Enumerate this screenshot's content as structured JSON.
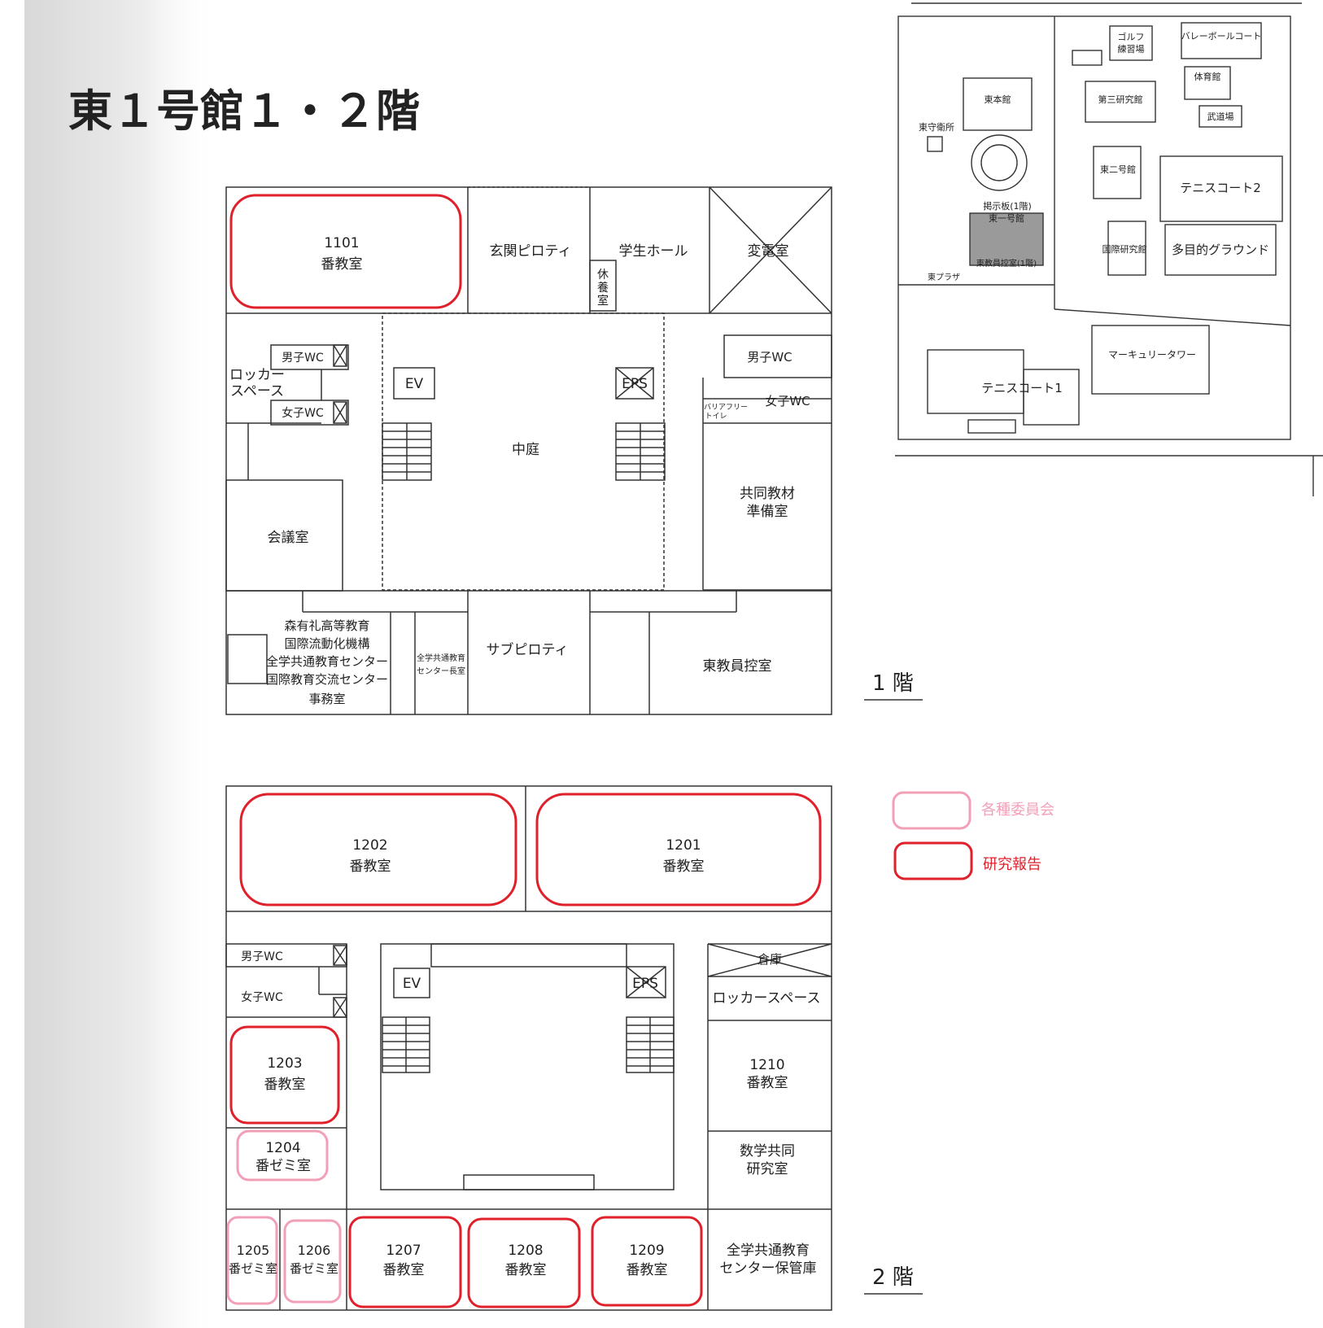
{
  "title": "東１号館１・２階",
  "floor1": {
    "label": "1 階",
    "rooms": {
      "r1101_num": "1101",
      "r1101_name": "番教室",
      "genkan": "玄関ピロティ",
      "gakusei_hall": "学生ホール",
      "kyuyo_1": "休",
      "kyuyo_2": "養",
      "kyuyo_3": "室",
      "hendensitsu": "変電室",
      "wc_men": "男子WC",
      "wc_women": "女子WC",
      "locker_1": "ロッカー",
      "locker_2": "スペース",
      "ev": "EV",
      "eps": "EPS",
      "wc_men_r": "男子WC",
      "barrierfree_1": "バリアフリー",
      "barrierfree_2": "トイレ",
      "wc_women_r": "女子WC",
      "nakaniwa": "中庭",
      "kyodo_1": "共同教材",
      "kyodo_2": "準備室",
      "kaigi": "会議室",
      "mori_1": "森有礼高等教育",
      "mori_2": "国際流動化機構",
      "mori_3": "全学共通教育センター",
      "mori_4": "国際教育交流センター",
      "mori_5": "事務室",
      "zengaku_1": "全学共通教育",
      "zengaku_2": "センター長室",
      "sub": "サブピロティ",
      "higashi_kyoin": "東教員控室"
    }
  },
  "floor2": {
    "label": "2 階",
    "rooms": {
      "r1202_num": "1202",
      "r1202_name": "番教室",
      "r1201_num": "1201",
      "r1201_name": "番教室",
      "wc_men": "男子WC",
      "wc_women": "女子WC",
      "ev": "EV",
      "eps": "EPS",
      "soko": "倉庫",
      "locker": "ロッカースペース",
      "r1203_num": "1203",
      "r1203_name": "番教室",
      "r1204_num": "1204",
      "r1204_name": "番ゼミ室",
      "r1210_num": "1210",
      "r1210_name": "番教室",
      "sugaku_1": "数学共同",
      "sugaku_2": "研究室",
      "r1205_num": "1205",
      "r1205_name": "番ゼミ室",
      "r1206_num": "1206",
      "r1206_name": "番ゼミ室",
      "r1207_num": "1207",
      "r1207_name": "番教室",
      "r1208_num": "1208",
      "r1208_name": "番教室",
      "r1209_num": "1209",
      "r1209_name": "番教室",
      "hokan_1": "全学共通教育",
      "hokan_2": "センター保管庫"
    }
  },
  "legend": {
    "committee": "各種委員会",
    "research": "研究報告",
    "committee_color": "#f2a0b8",
    "research_color": "#e0202a"
  },
  "campus_map": {
    "golf_1": "ゴルフ",
    "golf_2": "練習場",
    "volleyball": "バレーボールコート",
    "honkan": "東本館",
    "daisan": "第三研究館",
    "taiikukan": "体育館",
    "budojo": "武道場",
    "shuei": "東守衛所",
    "toni": "東二号館",
    "tennis2": "テニスコート2",
    "keijiban": "掲示板(1階)",
    "higashi1": "東一号館",
    "kyoinhikae": "東教員控室(1階)",
    "kokusai": "国際研究館",
    "tamokuteki": "多目的グラウンド",
    "plaza": "東プラザ",
    "mercury": "マーキュリータワー",
    "tennis1": "テニスコート1"
  }
}
